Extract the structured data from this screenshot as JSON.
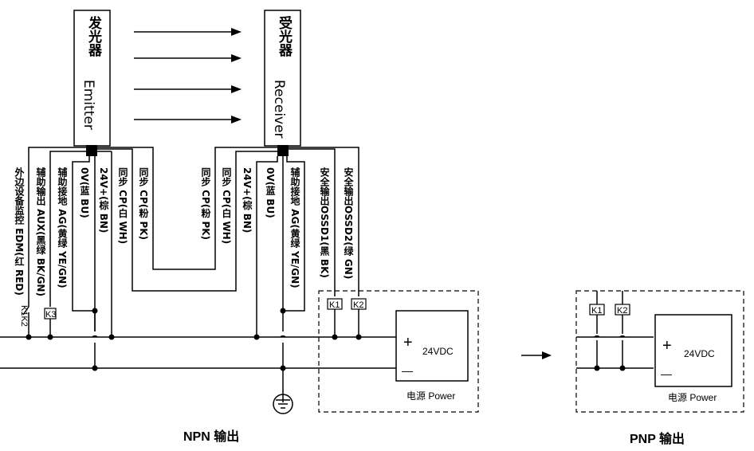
{
  "emitter": {
    "cn": "发光器",
    "en": "Emitter"
  },
  "receiver": {
    "cn": "受光器",
    "en": "Receiver"
  },
  "emitter_wires": [
    "外边设备监控 EDM(红 RED)",
    "辅助输出 AUX(黑绿 BK/GN)",
    "辅助接地 AG(黄绿 YE/GN)",
    "0V(蓝 BU)",
    "24V+(棕 BN)",
    "同步 CP(白 WH)",
    "同步 CP(粉 PK)"
  ],
  "receiver_wires": [
    "同步 CP(粉 PK)",
    "同步 CP(白 WH)",
    "24V+(棕 BN)",
    "0V(蓝 BU)",
    "辅助接地 AG(黄绿 YE/GN)",
    "安全输出OSSD1(黑 BK)",
    "安全输出OSSD2(绿 GN)"
  ],
  "contacts": {
    "k1k2": "K1K2",
    "k1": "K1",
    "k2": "K2",
    "k3": "K3"
  },
  "supply": {
    "voltage": "24VDC",
    "label": "电源 Power",
    "plus": "+",
    "minus": "—"
  },
  "titles": {
    "npn": "NPN 输出",
    "pnp": "PNP 输出"
  }
}
